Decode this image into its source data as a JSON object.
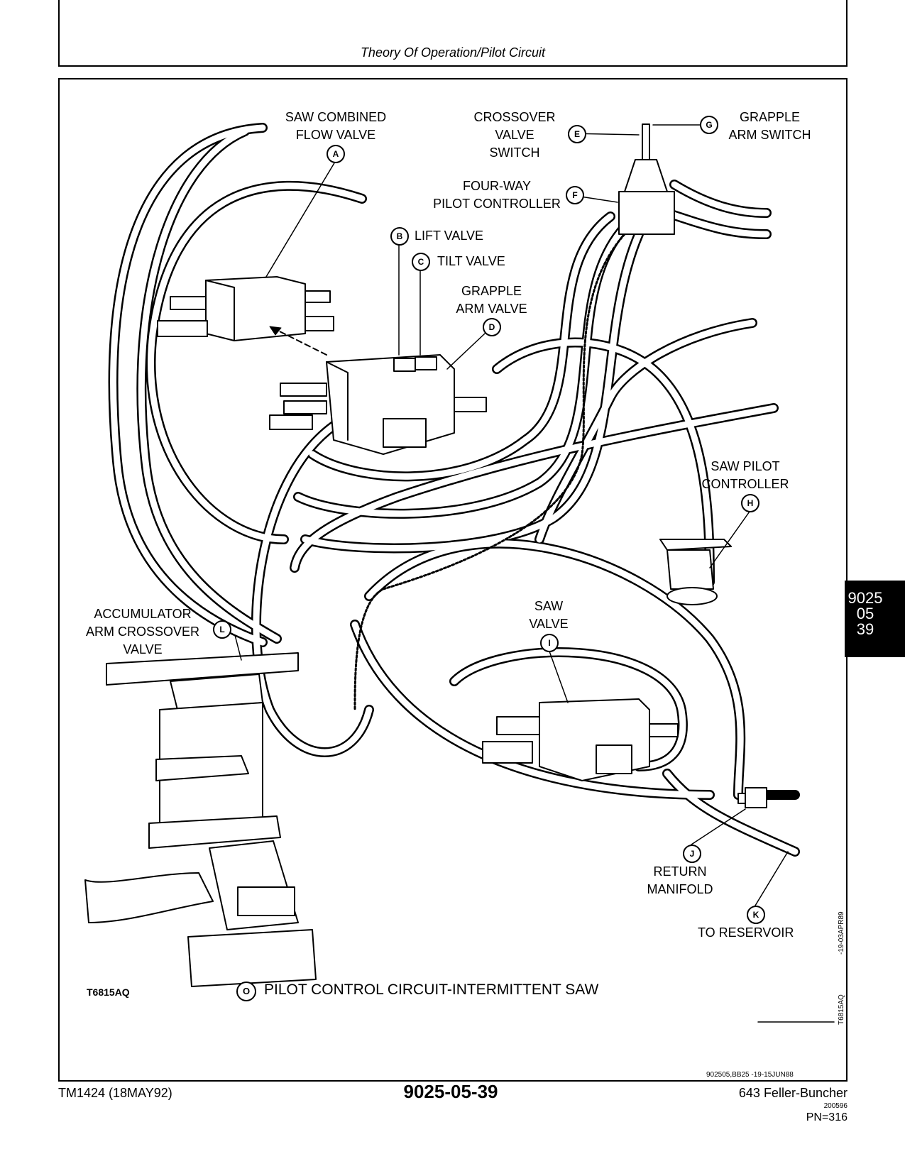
{
  "header": {
    "title": "Theory Of Operation/Pilot Circuit"
  },
  "labels": {
    "A": {
      "line1": "SAW COMBINED",
      "line2": "FLOW VALVE"
    },
    "E": {
      "line1": "CROSSOVER",
      "line2": "VALVE",
      "line3": "SWITCH"
    },
    "G": {
      "line1": "GRAPPLE",
      "line2": "ARM SWITCH"
    },
    "F": {
      "line1": "FOUR-WAY",
      "line2": "PILOT CONTROLLER"
    },
    "B": {
      "text": "LIFT VALVE"
    },
    "C": {
      "text": "TILT VALVE"
    },
    "D": {
      "line1": "GRAPPLE",
      "line2": "ARM VALVE"
    },
    "H": {
      "line1": "SAW PILOT",
      "line2": "CONTROLLER"
    },
    "L": {
      "line1": "ACCUMULATOR",
      "line2": "ARM CROSSOVER",
      "line3": "VALVE"
    },
    "I": {
      "line1": "SAW",
      "line2": "VALVE"
    },
    "J": {
      "line1": "RETURN",
      "line2": "MANIFOLD"
    },
    "K": {
      "text": "TO RESERVOIR"
    }
  },
  "callouts": {
    "A": "A",
    "B": "B",
    "C": "C",
    "D": "D",
    "E": "E",
    "F": "F",
    "G": "G",
    "H": "H",
    "I": "I",
    "J": "J",
    "K": "K",
    "L": "L",
    "O": "O"
  },
  "figure": {
    "code": "T6815AQ",
    "caption": "PILOT CONTROL CIRCUIT-INTERMITTENT SAW",
    "side_code": "T6815AQ",
    "side_date": "-19-03APR89",
    "ref": "902505,BB25     -19-15JUN88"
  },
  "tab": {
    "line1": "9025",
    "line2": "05",
    "line3": "39"
  },
  "footer": {
    "left": "TM1424 (18MAY92)",
    "center": "9025-05-39",
    "right": "643 Feller-Buncher",
    "date_small": "200596",
    "pn": "PN=316"
  }
}
